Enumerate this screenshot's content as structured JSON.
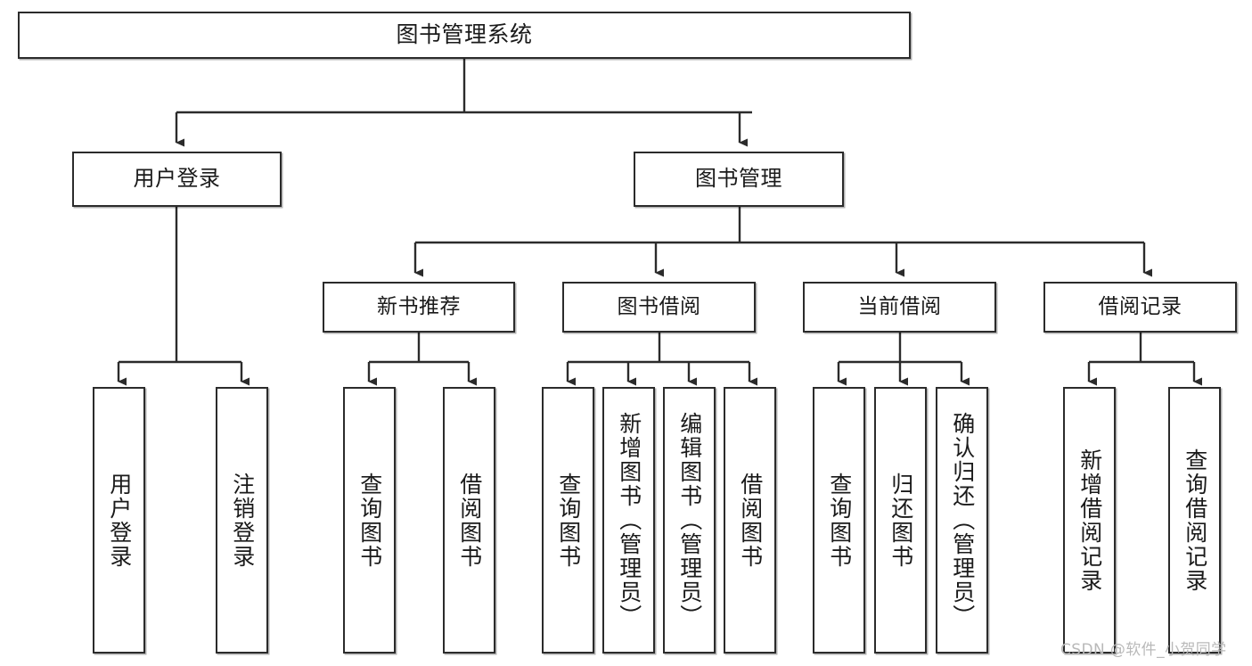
{
  "diagram": {
    "type": "hierarchy-tree",
    "title": "图书管理系统",
    "stroke_color": "#2b2b2b",
    "background_color": "#ffffff",
    "text_color": "#1a1a1a",
    "nodes": {
      "root": {
        "label": "图书管理系统"
      },
      "tier2": [
        {
          "label": "用户登录"
        },
        {
          "label": "图书管理"
        }
      ],
      "tier3": [
        {
          "label": "新书推荐"
        },
        {
          "label": "图书借阅"
        },
        {
          "label": "当前借阅"
        },
        {
          "label": "借阅记录"
        }
      ],
      "leaves": {
        "user_login": [
          {
            "label": "用户登录"
          },
          {
            "label": "注销登录"
          }
        ],
        "new_book": [
          {
            "label": "查询图书"
          },
          {
            "label": "借阅图书"
          }
        ],
        "book_borrow": [
          {
            "label": "查询图书"
          },
          {
            "label": "新增图书（管理员）"
          },
          {
            "label": "编辑图书（管理员）"
          },
          {
            "label": "借阅图书"
          }
        ],
        "current_borrow": [
          {
            "label": "查询图书"
          },
          {
            "label": "归还图书"
          },
          {
            "label": "确认归还（管理员）"
          }
        ],
        "borrow_record": [
          {
            "label": "新增借阅记录"
          },
          {
            "label": "查询借阅记录"
          }
        ]
      }
    }
  },
  "watermark": {
    "text": "CSDN @软件_小贺同学"
  }
}
